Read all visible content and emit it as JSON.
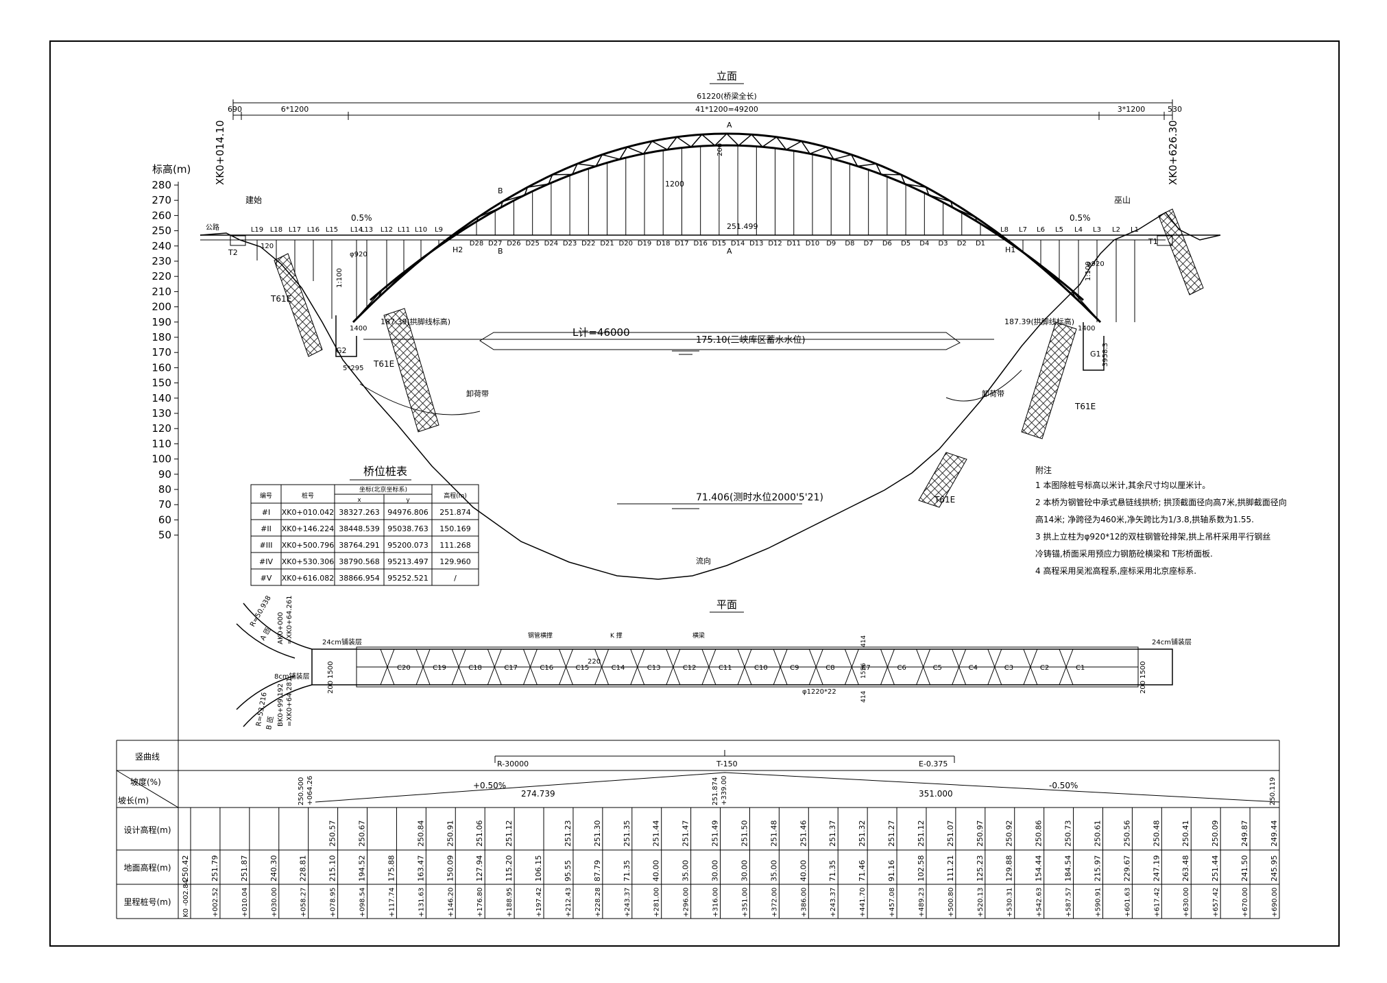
{
  "elevation": {
    "title": "立面",
    "dims": {
      "total": "61220(桥梁全长)",
      "left_end": "690",
      "left_spans": "6*1200",
      "main_span": "41*1200=49200",
      "right_spans": "3*1200",
      "right_end": "530",
      "arch_rise": "200",
      "hanger_spacing": "1200",
      "pier_dim_left": "5*295",
      "pier_height_right": "3958.3",
      "arch_foot": "1400"
    },
    "station_left": "XK0+014.10",
    "station_right": "XK0+626.30",
    "y_axis_label": "标高(m)",
    "y_ticks": [
      "280",
      "270",
      "260",
      "250",
      "240",
      "230",
      "220",
      "210",
      "200",
      "190",
      "180",
      "170",
      "160",
      "150",
      "140",
      "130",
      "120",
      "110",
      "100",
      "90",
      "80",
      "70",
      "60",
      "50"
    ],
    "place_left": "建始",
    "place_right": "巫山",
    "road_label": "公路",
    "left_girders": [
      "L19",
      "L18",
      "L17",
      "L16",
      "L15",
      "L14",
      "L13",
      "L12",
      "L11",
      "L10",
      "L9"
    ],
    "right_girders": [
      "L8",
      "L7",
      "L6",
      "L5",
      "L4",
      "L3",
      "L2",
      "L1"
    ],
    "hangers": [
      "D28",
      "D27",
      "D26",
      "D25",
      "D24",
      "D23",
      "D22",
      "D21",
      "D20",
      "D19",
      "D18",
      "D17",
      "D16",
      "D15",
      "D14",
      "D13",
      "D12",
      "D11",
      "D10",
      "D9",
      "D8",
      "D7",
      "D6",
      "D5",
      "D4",
      "D3",
      "D2",
      "D1"
    ],
    "grade_left": "0.5%",
    "grade_right": "0.5%",
    "crown_elev": "251.499",
    "col_label_left": "φ920",
    "col_label_right": "φ920",
    "pier_labels": {
      "t1": "T1",
      "t2": "T2",
      "h1": "H1",
      "h2": "H2",
      "g1": "G1",
      "g2": "G2"
    },
    "arch_base_left": "187.39(拱脚线标高)",
    "arch_base_right": "187.39(拱脚线标高)",
    "span_label": "L计=46000",
    "water_high": "175.10(三峡库区蓄水水位)",
    "water_low": "71.406(测时水位2000'5'21)",
    "flow": "流向",
    "weathered": "卸荷带",
    "rock_labels": [
      "T61E",
      "T61E",
      "T61E",
      "T61E"
    ],
    "section_a": "A",
    "section_b": "B",
    "slope_120": "120",
    "slope_100": "1:100"
  },
  "pile_table": {
    "title": "桥位桩表",
    "headers": [
      "编号",
      "桩号",
      "坐标(北京坐标系)",
      "高程(m)"
    ],
    "sub_headers": [
      "x",
      "y"
    ],
    "rows": [
      [
        "#I",
        "XK0+010.042",
        "38327.263",
        "94976.806",
        "251.874"
      ],
      [
        "#II",
        "XK0+146.224",
        "38448.539",
        "95038.763",
        "150.169"
      ],
      [
        "#III",
        "XK0+500.796",
        "38764.291",
        "95200.073",
        "111.268"
      ],
      [
        "#IV",
        "XK0+530.306",
        "38790.568",
        "95213.497",
        "129.960"
      ],
      [
        "#V",
        "XK0+616.082",
        "38866.954",
        "95252.521",
        "/"
      ]
    ]
  },
  "notes": {
    "title": "附注",
    "items": [
      "1  本图除桩号标高以米计,其余尺寸均以厘米计。",
      "2  本桥为钢管砼中承式悬链线拱桥; 拱顶截面径向高7米,拱脚截面径向",
      "    高14米; 净跨径为460米,净矢跨比为1/3.8,拱轴系数为1.55.",
      "3  拱上立柱为φ920*12的双柱钢管砼排架,拱上吊杆采用平行钢丝",
      "    冷铸锚,桥面采用预应力钢筋砼横梁和 T形桥面板.",
      "4  高程采用吴淞高程系,座标采用北京座标系."
    ]
  },
  "plan": {
    "title": "平面",
    "cross_beams": [
      "C20",
      "C19",
      "C18",
      "C17",
      "C16",
      "C15",
      "C14",
      "C13",
      "C12",
      "C11",
      "C10",
      "C9",
      "C8",
      "C7",
      "C6",
      "C5",
      "C4",
      "C3",
      "C2",
      "C1"
    ],
    "labels": {
      "ramp_a_r": "R=50.938",
      "ramp_a": "A 匝",
      "ramp_a_sta": "AK0+000",
      "ramp_a_eq": "=XK0+64.261",
      "ramp_b_r": "R=53.216",
      "ramp_b": "B 匝",
      "ramp_b_sta": "BK0+99.192",
      "ramp_b_eq": "=XK0+64.281",
      "pave_left": "24cm铺装层",
      "pave_right": "24cm铺装层",
      "pave_ramp": "8cm铺装层",
      "width_main": "1500",
      "width_side": "200",
      "girder_note": "钢管横撑",
      "brace_note": "K 撑",
      "truss_note": "横梁",
      "deck_w1": "414",
      "deck_w2": "1556",
      "pipe_label": "φ1220*22",
      "dim_220": "220"
    }
  },
  "profile": {
    "curve_label": "竖曲线",
    "grade_label": "坡度(%)",
    "length_label": "坡长(m)",
    "design_label": "设计高程(m)",
    "ground_label": "地面高程(m)",
    "station_label": "里程桩号(m)",
    "curve_params": [
      "R-30000",
      "T-150",
      "E-0.375"
    ],
    "grade_left": "+0.50%",
    "grade_right": "-0.50%",
    "len_left": "274.739",
    "len_right": "351.000",
    "vp_start": "250.500",
    "vp_start_sta": "+064.26",
    "vp_mid": "251.874",
    "vp_mid_sta": "+339.00",
    "vp_end": "250.119",
    "columns": [
      {
        "design": "",
        "ground": "250.42",
        "station": "K0 -002.84"
      },
      {
        "design": "",
        "ground": "251.79",
        "station": "+002.52"
      },
      {
        "design": "",
        "ground": "251.87",
        "station": "+010.04"
      },
      {
        "design": "",
        "ground": "240.30",
        "station": "+030.00"
      },
      {
        "design": "",
        "ground": "228.81",
        "station": "+058.27"
      },
      {
        "design": "250.57",
        "ground": "215.10",
        "station": "+078.95"
      },
      {
        "design": "250.67",
        "ground": "194.52",
        "station": "+098.54"
      },
      {
        "design": "",
        "ground": "175.88",
        "station": "+117.74"
      },
      {
        "design": "250.84",
        "ground": "163.47",
        "station": "+131.63"
      },
      {
        "design": "250.91",
        "ground": "150.09",
        "station": "+146.20"
      },
      {
        "design": "251.06",
        "ground": "127.94",
        "station": "+176.80"
      },
      {
        "design": "251.12",
        "ground": "115.20",
        "station": "+188.95"
      },
      {
        "design": "",
        "ground": "106.15",
        "station": "+197.42"
      },
      {
        "design": "251.23",
        "ground": "95.55",
        "station": "+212.43"
      },
      {
        "design": "251.30",
        "ground": "87.79",
        "station": "+228.28"
      },
      {
        "design": "251.35",
        "ground": "71.35",
        "station": "+243.37"
      },
      {
        "design": "251.44",
        "ground": "40.00",
        "station": "+281.00"
      },
      {
        "design": "251.47",
        "ground": "35.00",
        "station": "+296.00"
      },
      {
        "design": "251.49",
        "ground": "30.00",
        "station": "+316.00"
      },
      {
        "design": "251.50",
        "ground": "30.00",
        "station": "+351.00"
      },
      {
        "design": "251.48",
        "ground": "35.00",
        "station": "+372.00"
      },
      {
        "design": "251.46",
        "ground": "40.00",
        "station": "+386.00"
      },
      {
        "design": "251.37",
        "ground": "71.35",
        "station": "+243.37"
      },
      {
        "design": "251.32",
        "ground": "71.46",
        "station": "+441.70"
      },
      {
        "design": "251.27",
        "ground": "91.16",
        "station": "+457.08"
      },
      {
        "design": "251.12",
        "ground": "102.58",
        "station": "+489.23"
      },
      {
        "design": "251.07",
        "ground": "111.21",
        "station": "+500.80"
      },
      {
        "design": "250.97",
        "ground": "125.23",
        "station": "+520.13"
      },
      {
        "design": "250.92",
        "ground": "129.88",
        "station": "+530.31"
      },
      {
        "design": "250.86",
        "ground": "154.44",
        "station": "+542.63"
      },
      {
        "design": "250.73",
        "ground": "184.54",
        "station": "+587.57"
      },
      {
        "design": "250.61",
        "ground": "215.97",
        "station": "+590.91"
      },
      {
        "design": "250.56",
        "ground": "229.67",
        "station": "+601.63"
      },
      {
        "design": "250.48",
        "ground": "247.19",
        "station": "+617.42"
      },
      {
        "design": "250.41",
        "ground": "263.48",
        "station": "+630.00"
      },
      {
        "design": "250.09",
        "ground": "251.44",
        "station": "+657.42"
      },
      {
        "design": "249.87",
        "ground": "241.50",
        "station": "+670.00"
      },
      {
        "design": "249.44",
        "ground": "245.95",
        "station": "+690.00"
      }
    ]
  }
}
